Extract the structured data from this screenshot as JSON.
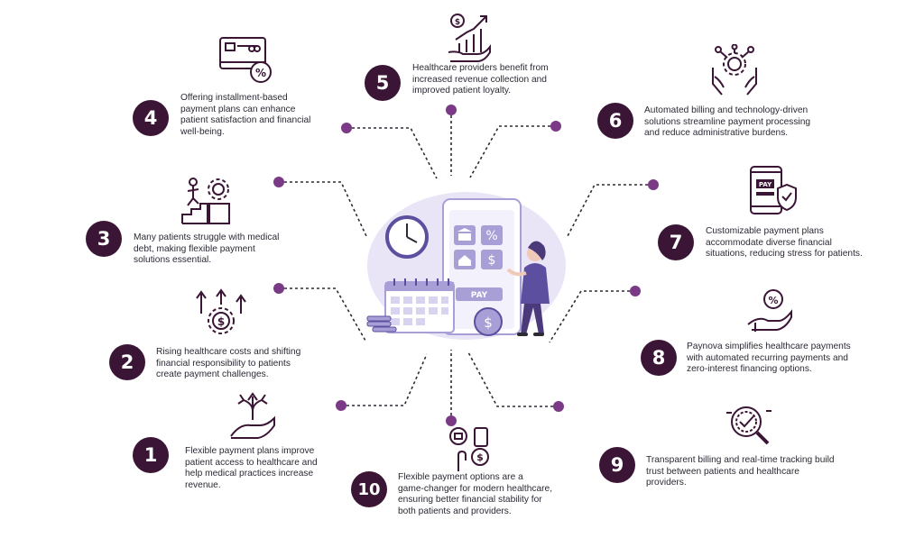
{
  "colors": {
    "accent": "#3b1535",
    "dot": "#7a3a86",
    "illustration_light": "#e9e5f6",
    "illustration_mid": "#a79fd6",
    "illustration_dark": "#5d4f9f"
  },
  "items": [
    {
      "number": "1",
      "text": "Flexible payment plans improve\npatient access to healthcare and\nhelp medical practices increase\nrevenue.",
      "icon": "branching-arrows-hand-icon"
    },
    {
      "number": "2",
      "text": "Rising healthcare costs and shifting\nfinancial responsibility to patients\ncreate payment challenges.",
      "icon": "rising-costs-gear-icon"
    },
    {
      "number": "3",
      "text": "Many patients struggle with medical\ndebt, making flexible payment\nsolutions essential.",
      "icon": "climbing-stairs-gear-icon"
    },
    {
      "number": "4",
      "text": "Offering installment-based\npayment plans can enhance\npatient satisfaction and financial\nwell-being.",
      "icon": "card-percent-icon"
    },
    {
      "number": "5",
      "text": "Healthcare providers benefit from\nincreased revenue collection and\nimproved patient loyalty.",
      "icon": "growth-chart-hand-icon"
    },
    {
      "number": "6",
      "text": "Automated billing and technology-driven\nsolutions streamline payment processing\nand reduce administrative burdens.",
      "icon": "hands-gear-network-icon"
    },
    {
      "number": "7",
      "text": "Customizable payment plans\naccommodate diverse financial\nsituations, reducing stress for patients.",
      "icon": "phone-pay-shield-icon"
    },
    {
      "number": "8",
      "text": "Paynova simplifies healthcare payments\nwith automated recurring payments and\nzero-interest financing options.",
      "icon": "hand-percent-coin-icon"
    },
    {
      "number": "9",
      "text": "Transparent billing and real-time tracking build\ntrust between patients and healthcare\nproviders.",
      "icon": "magnifier-check-icon"
    },
    {
      "number": "10",
      "text": "Flexible payment options are a\ngame-changer for modern healthcare,\nensuring better financial stability for\nboth patients and providers.",
      "icon": "payment-options-hand-icon"
    }
  ],
  "illustration": {
    "pay_label": "PAY",
    "percent_symbol": "%",
    "dollar_symbol": "$"
  }
}
